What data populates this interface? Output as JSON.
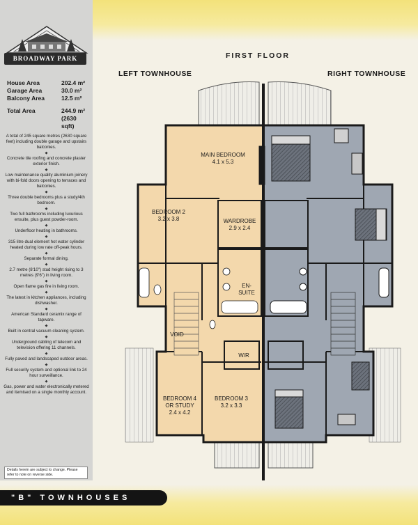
{
  "brand": {
    "name": "BROADWAY PARK"
  },
  "areas": [
    {
      "label": "House Area",
      "value": "202.4 m²"
    },
    {
      "label": "Garage Area",
      "value": "30.0 m²"
    },
    {
      "label": "Balcony Area",
      "value": "12.5 m²"
    }
  ],
  "total": {
    "label": "Total Area",
    "value": "244.9 m²",
    "sub": "(2630 sqft)"
  },
  "features": [
    "A total of 245 square metres (2630 square feet) including double garage and upstairs balconies.",
    "Concrete tile roofing and concrete plaster exterior finish.",
    "Low maintenance quality aluminium joinery with bi-fold doors opening to terraces and balconies.",
    "Three double bedrooms plus a study/4th bedroom.",
    "Two full bathrooms including luxurious ensuite, plus guest powder-room.",
    "Underfloor heating in bathrooms.",
    "315 litre dual element hot water cylinder heated during low rate off-peak hours.",
    "Separate formal dining.",
    "2.7 metre (8'10\") stud height rising to 3 metres (9'6\") in living room.",
    "Open flame gas fire in living room.",
    "The latest in kitchen appliances, including dishwasher.",
    "American Standard ceramix range of tapware.",
    "Built in central vacuum cleaning system.",
    "Underground cabling of telecom and television offering 11 channels.",
    "Fully paved and landscaped outdoor areas.",
    "Full security system and optional link to 24 hour surveillance.",
    "Gas, power and water electronically metered and itemised on a single monthly account."
  ],
  "notice": "Details herein are subject to change. Please refer to note on reverse side.",
  "footer_title": "\"B\" TOWNHOUSES",
  "plan": {
    "floor_title": "FIRST FLOOR",
    "left_title": "LEFT TOWNHOUSE",
    "right_title": "RIGHT TOWNHOUSE",
    "rooms": {
      "main_bedroom": {
        "name": "MAIN BEDROOM",
        "size": "4.1 x 5.3"
      },
      "bedroom2": {
        "name": "BEDROOM 2",
        "size": "3.2 x 3.8"
      },
      "wardrobe": {
        "name": "WARDROBE",
        "size": "2.9 x 2.4"
      },
      "ensuite": {
        "line1": "EN-",
        "line2": "SUITE"
      },
      "void": "VOID",
      "wr": "W/R",
      "bedroom4": {
        "line1": "BEDROOM 4",
        "line2": "OR STUDY",
        "size": "2.4 x 4.2"
      },
      "bedroom3": {
        "name": "BEDROOM 3",
        "size": "3.2 x 3.3"
      }
    }
  },
  "colors": {
    "left_fill": "#f3d8ac",
    "right_fill": "#9fa7b2",
    "wall": "#1a1a1a",
    "sidebar": "#d5d5d3",
    "band": "#f3e27a"
  }
}
